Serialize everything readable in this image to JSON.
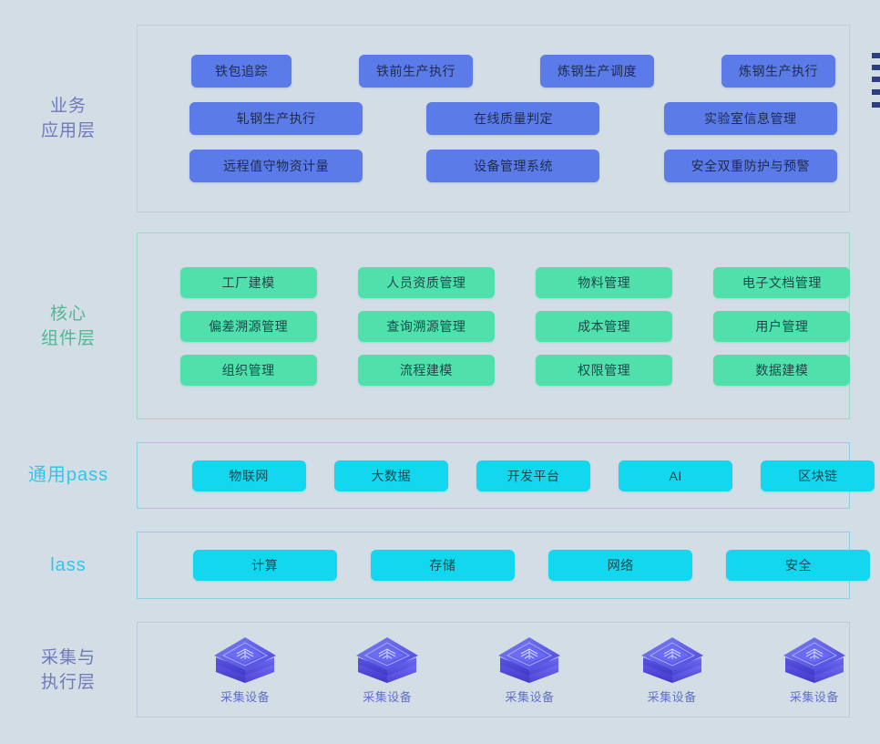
{
  "diagram": {
    "background_color": "#d3dde5",
    "layers": [
      {
        "id": "business",
        "label_lines": [
          "业务",
          "应用层"
        ],
        "label_color": "#6f7bb8",
        "chip_color": "#5b7ce8",
        "rows": [
          [
            "铁包追踪",
            "铁前生产执行",
            "炼钢生产调度",
            "炼钢生产执行"
          ],
          [
            "轧钢生产执行",
            "在线质量判定",
            "实验室信息管理"
          ],
          [
            "远程值守物资计量",
            "设备管理系统",
            "安全双重防护与预警"
          ]
        ]
      },
      {
        "id": "core",
        "label_lines": [
          "核心",
          "组件层"
        ],
        "label_color": "#4fb894",
        "chip_color": "#4fe0ab",
        "rows": [
          [
            "工厂建模",
            "人员资质管理",
            "物料管理",
            "电子文档管理"
          ],
          [
            "偏差溯源管理",
            "查询溯源管理",
            "成本管理",
            "用户管理"
          ],
          [
            "组织管理",
            "流程建模",
            "权限管理",
            "数据建模"
          ]
        ]
      },
      {
        "id": "paas",
        "label_lines": [
          "通用pass"
        ],
        "label_color": "#2fc7e8",
        "chip_color": "#12d7ee",
        "rows": [
          [
            "物联网",
            "大数据",
            "开发平台",
            "AI",
            "区块链"
          ]
        ]
      },
      {
        "id": "iaas",
        "label_lines": [
          "lass"
        ],
        "label_color": "#2fc7e8",
        "chip_color": "#12d7ee",
        "rows": [
          [
            "计算",
            "存储",
            "网络",
            "安全"
          ]
        ]
      },
      {
        "id": "collect",
        "label_lines": [
          "采集与",
          "执行层"
        ],
        "label_color": "#6f7bb8",
        "devices": [
          {
            "icon": "collection-device-cube-icon",
            "label": "采集设备"
          },
          {
            "icon": "collection-device-cube-icon",
            "label": "采集设备"
          },
          {
            "icon": "collection-device-cube-icon",
            "label": "采集设备"
          },
          {
            "icon": "collection-device-cube-icon",
            "label": "采集设备"
          },
          {
            "icon": "collection-device-cube-icon",
            "label": "采集设备"
          }
        ]
      }
    ],
    "edge_markers": {
      "color": "#2b3f82",
      "count": 5
    }
  }
}
